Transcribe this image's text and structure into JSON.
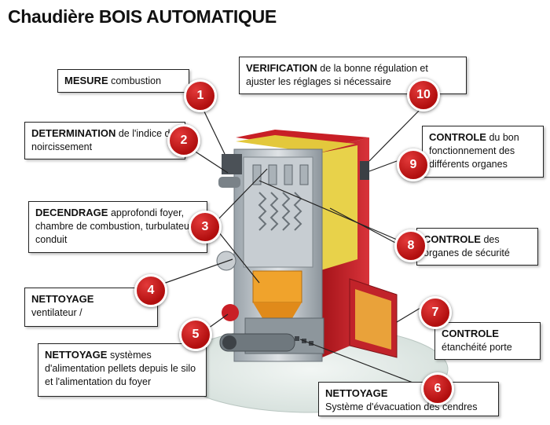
{
  "title": "Chaudière BOIS AUTOMATIQUE",
  "callouts": [
    {
      "number": "1",
      "heading": "MESURE",
      "text": "combustion"
    },
    {
      "number": "2",
      "heading": "DETERMINATION",
      "text": "de l'indice de noircissement"
    },
    {
      "number": "3",
      "heading": "DECENDRAGE",
      "text": "approfondi foyer, chambre de combustion, turbulateurs, conduit"
    },
    {
      "number": "4",
      "heading": "NETTOYAGE",
      "text": "ventilateur /"
    },
    {
      "number": "5",
      "heading": "NETTOYAGE",
      "text": "systèmes d'alimentation pellets depuis le silo et l'alimentation du foyer"
    },
    {
      "number": "6",
      "heading": "NETTOYAGE",
      "text": "Système d'évacuation des cendres"
    },
    {
      "number": "7",
      "heading": "CONTROLE",
      "text": "étanchéité porte"
    },
    {
      "number": "8",
      "heading": "CONTROLE",
      "text": "des organes de sécurité"
    },
    {
      "number": "9",
      "heading": "CONTROLE",
      "text": "du bon fonctionnement des différents organes"
    },
    {
      "number": "10",
      "heading": "VERIFICATION",
      "text": "de la bonne régulation et ajuster les réglages si nécessaire"
    }
  ]
}
